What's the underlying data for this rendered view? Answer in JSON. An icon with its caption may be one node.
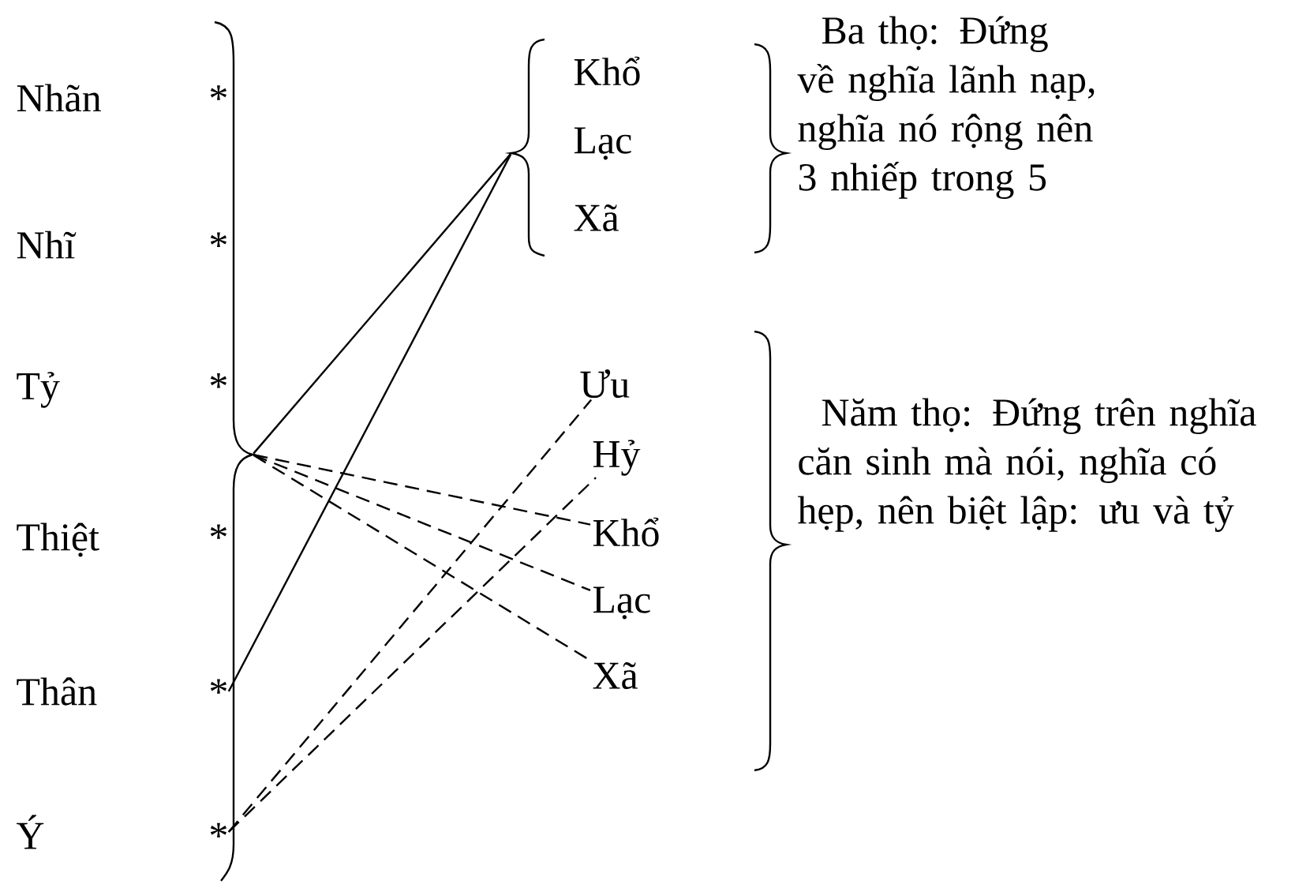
{
  "diagram": {
    "nodes": [
      {
        "text": [
          "Nhãn",
          "*"
        ]
      },
      {
        "text": [
          "Nhĩ",
          "*"
        ]
      },
      {
        "text": [
          "Tỷ",
          "*"
        ]
      },
      {
        "text": [
          "Thiệt",
          "*"
        ]
      },
      {
        "text": [
          "Thân",
          "*"
        ]
      },
      {
        "text": [
          "Ý",
          "*"
        ]
      },
      {
        "text": [],
        "shape": "brace"
      },
      {
        "text": [],
        "shape": "brace"
      },
      {
        "text": [
          "Khổ"
        ]
      },
      {
        "text": [
          "Lạc"
        ]
      },
      {
        "text": [
          "Xã"
        ]
      },
      {
        "text": [
          "Ưu"
        ]
      },
      {
        "text": [
          "Hỷ"
        ]
      },
      {
        "text": [
          "Khổ"
        ]
      },
      {
        "text": [
          "Lạc"
        ]
      },
      {
        "text": [
          "Xã"
        ]
      }
    ],
    "edges": [
      {
        "from": 6,
        "to": 7,
        "arrow": "none"
      },
      {
        "from": 4,
        "to": 7,
        "arrow": "none"
      },
      {
        "from": 6,
        "to": 13,
        "arrow": "none",
        "style": "dashed"
      },
      {
        "from": 6,
        "to": 14,
        "arrow": "none",
        "style": "dashed"
      },
      {
        "from": 6,
        "to": 15,
        "arrow": "none",
        "style": "dashed"
      },
      {
        "from": 5,
        "to": 11,
        "arrow": "none",
        "style": "dashed"
      },
      {
        "from": 5,
        "to": 12,
        "arrow": "none",
        "style": "dashed"
      }
    ],
    "labels": [
      "Ba thọ: Đứng về nghĩa lãnh nạp, nghĩa nó rộng nên 3 nhiếp trong 5",
      "Năm thọ: Đứng trên nghĩa căn sinh mà nói, nghĩa có hẹp, nên biệt lập: ưu và tỷ"
    ]
  }
}
